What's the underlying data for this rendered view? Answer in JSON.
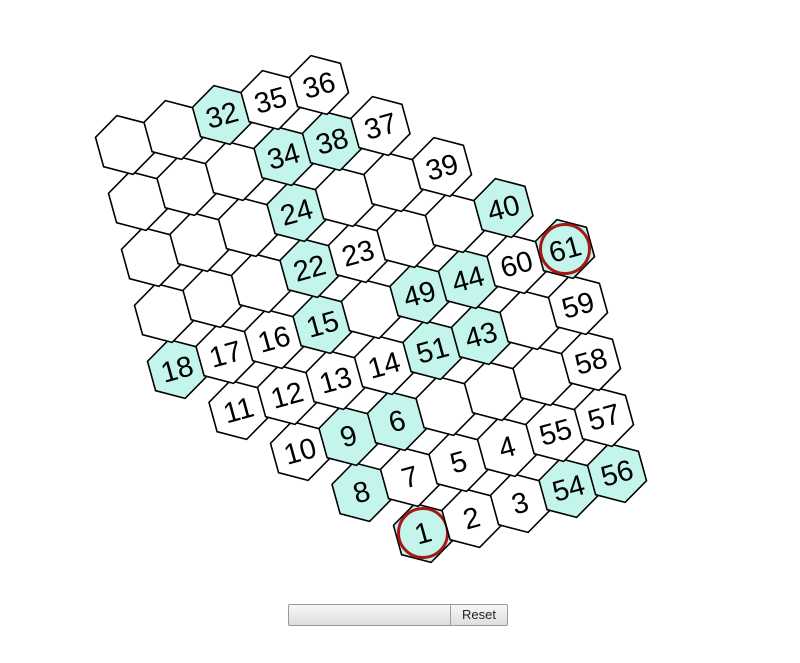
{
  "puzzle": {
    "cells": [
      {
        "q": 0,
        "r": 0,
        "label": "1",
        "hl": true,
        "end": true
      },
      {
        "q": 1,
        "r": 0,
        "label": "2",
        "hl": false
      },
      {
        "q": 2,
        "r": 0,
        "label": "3",
        "hl": false
      },
      {
        "q": 3,
        "r": 0,
        "label": "54",
        "hl": true
      },
      {
        "q": 4,
        "r": 0,
        "label": "56",
        "hl": true
      },
      {
        "q": -1,
        "r": 1,
        "label": "8",
        "hl": true
      },
      {
        "q": 0,
        "r": 1,
        "label": "7",
        "hl": false
      },
      {
        "q": 1,
        "r": 1,
        "label": "5",
        "hl": false
      },
      {
        "q": 2,
        "r": 1,
        "label": "4",
        "hl": false
      },
      {
        "q": 3,
        "r": 1,
        "label": "55",
        "hl": false
      },
      {
        "q": 4,
        "r": 1,
        "label": "57",
        "hl": false
      },
      {
        "q": -2,
        "r": 2,
        "label": "10",
        "hl": false
      },
      {
        "q": -1,
        "r": 2,
        "label": "9",
        "hl": true
      },
      {
        "q": 0,
        "r": 2,
        "label": "6",
        "hl": true
      },
      {
        "q": 1,
        "r": 2,
        "label": "",
        "hl": false
      },
      {
        "q": 2,
        "r": 2,
        "label": "",
        "hl": false
      },
      {
        "q": 3,
        "r": 2,
        "label": "",
        "hl": false
      },
      {
        "q": 4,
        "r": 2,
        "label": "58",
        "hl": false
      },
      {
        "q": -3,
        "r": 3,
        "label": "11",
        "hl": false
      },
      {
        "q": -2,
        "r": 3,
        "label": "12",
        "hl": false
      },
      {
        "q": -1,
        "r": 3,
        "label": "13",
        "hl": false
      },
      {
        "q": 0,
        "r": 3,
        "label": "14",
        "hl": false
      },
      {
        "q": 1,
        "r": 3,
        "label": "51",
        "hl": true
      },
      {
        "q": 2,
        "r": 3,
        "label": "43",
        "hl": true
      },
      {
        "q": 3,
        "r": 3,
        "label": "",
        "hl": false
      },
      {
        "q": 4,
        "r": 3,
        "label": "59",
        "hl": false
      },
      {
        "q": -4,
        "r": 4,
        "label": "18",
        "hl": true
      },
      {
        "q": -3,
        "r": 4,
        "label": "17",
        "hl": false
      },
      {
        "q": -2,
        "r": 4,
        "label": "16",
        "hl": false
      },
      {
        "q": -1,
        "r": 4,
        "label": "15",
        "hl": true
      },
      {
        "q": 0,
        "r": 4,
        "label": "",
        "hl": false
      },
      {
        "q": 1,
        "r": 4,
        "label": "49",
        "hl": true
      },
      {
        "q": 2,
        "r": 4,
        "label": "44",
        "hl": true
      },
      {
        "q": 3,
        "r": 4,
        "label": "60",
        "hl": false
      },
      {
        "q": 4,
        "r": 4,
        "label": "61",
        "hl": true,
        "end": true
      },
      {
        "q": -4,
        "r": 5,
        "label": "",
        "hl": false
      },
      {
        "q": -3,
        "r": 5,
        "label": "",
        "hl": false
      },
      {
        "q": -2,
        "r": 5,
        "label": "",
        "hl": false
      },
      {
        "q": -1,
        "r": 5,
        "label": "22",
        "hl": true
      },
      {
        "q": 0,
        "r": 5,
        "label": "23",
        "hl": false
      },
      {
        "q": 1,
        "r": 5,
        "label": "",
        "hl": false
      },
      {
        "q": 2,
        "r": 5,
        "label": "",
        "hl": false
      },
      {
        "q": 3,
        "r": 5,
        "label": "40",
        "hl": true
      },
      {
        "q": -4,
        "r": 6,
        "label": "",
        "hl": false
      },
      {
        "q": -3,
        "r": 6,
        "label": "",
        "hl": false
      },
      {
        "q": -2,
        "r": 6,
        "label": "",
        "hl": false
      },
      {
        "q": -1,
        "r": 6,
        "label": "24",
        "hl": true
      },
      {
        "q": 0,
        "r": 6,
        "label": "",
        "hl": false
      },
      {
        "q": 1,
        "r": 6,
        "label": "",
        "hl": false
      },
      {
        "q": 2,
        "r": 6,
        "label": "39",
        "hl": false
      },
      {
        "q": -4,
        "r": 7,
        "label": "",
        "hl": false
      },
      {
        "q": -3,
        "r": 7,
        "label": "",
        "hl": false
      },
      {
        "q": -2,
        "r": 7,
        "label": "",
        "hl": false
      },
      {
        "q": -1,
        "r": 7,
        "label": "34",
        "hl": true
      },
      {
        "q": 0,
        "r": 7,
        "label": "38",
        "hl": true
      },
      {
        "q": 1,
        "r": 7,
        "label": "37",
        "hl": false
      },
      {
        "q": -4,
        "r": 8,
        "label": "",
        "hl": false
      },
      {
        "q": -3,
        "r": 8,
        "label": "",
        "hl": false
      },
      {
        "q": -2,
        "r": 8,
        "label": "32",
        "hl": true
      },
      {
        "q": -1,
        "r": 8,
        "label": "35",
        "hl": false
      },
      {
        "q": 0,
        "r": 8,
        "label": "36",
        "hl": false
      }
    ]
  },
  "controls": {
    "undo_label": "",
    "reset_label": "Reset"
  }
}
